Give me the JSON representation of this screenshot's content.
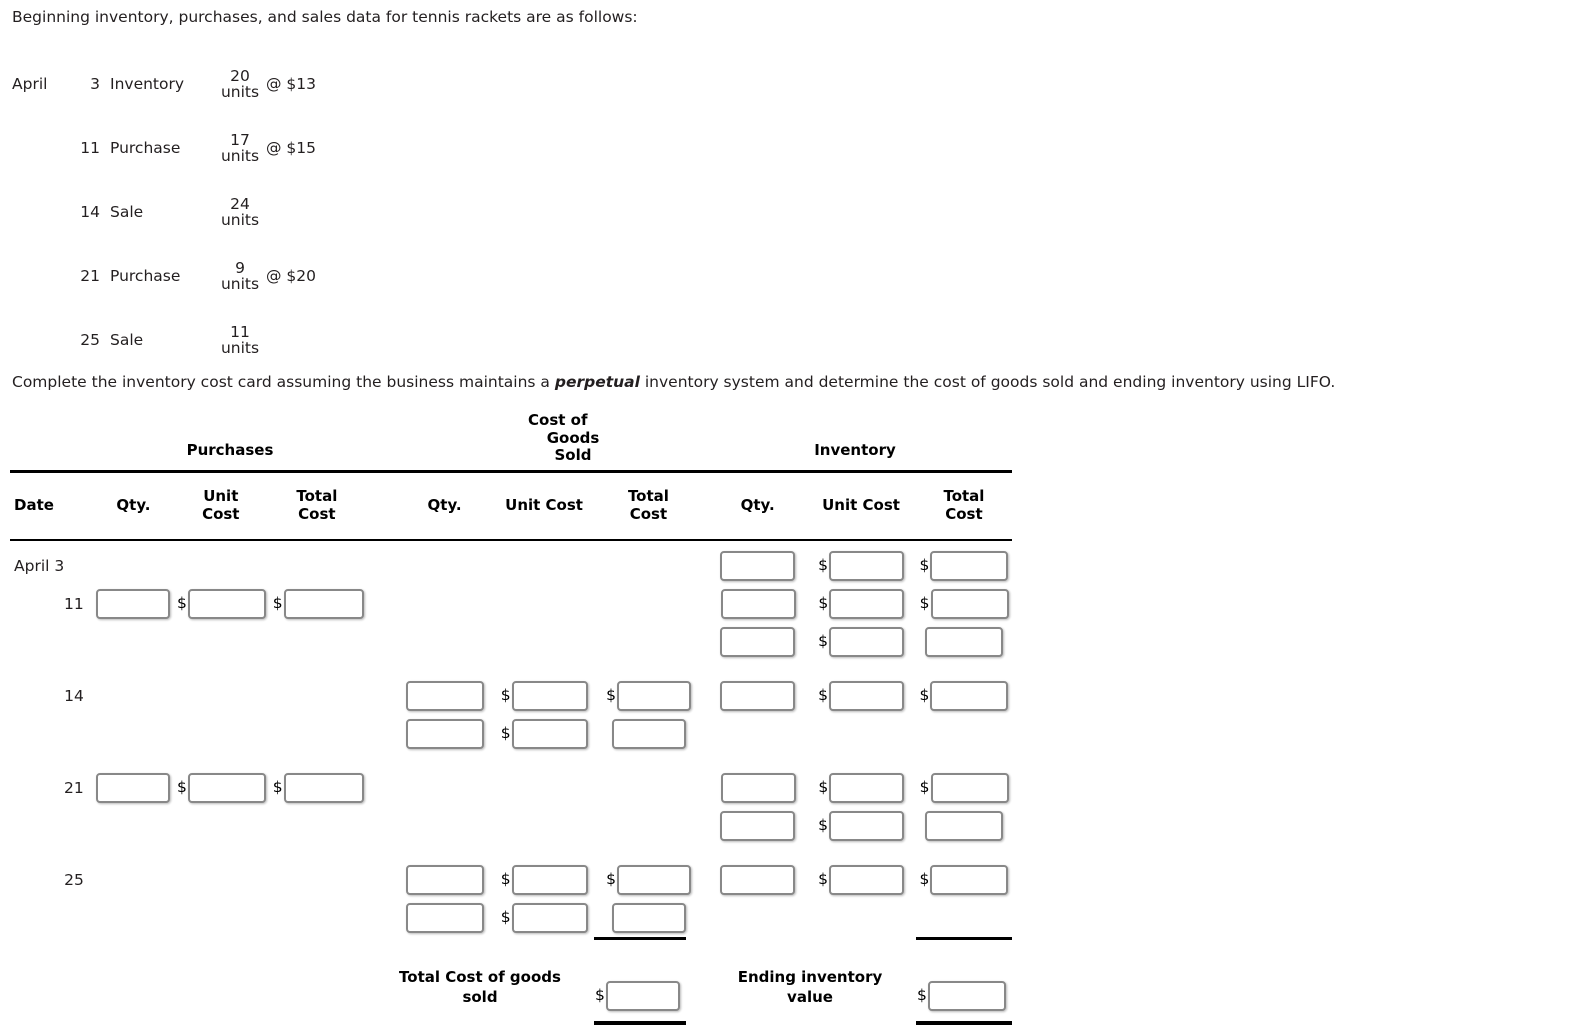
{
  "intro": "Beginning inventory, purchases, and sales data for tennis rackets are as follows:",
  "transactions": [
    {
      "month": "April",
      "day": "3",
      "description": "Inventory",
      "qty": "20",
      "unit_label": "units",
      "rate": "@ $13"
    },
    {
      "month": "",
      "day": "11",
      "description": "Purchase",
      "qty": "17",
      "unit_label": "units",
      "rate": "@ $15"
    },
    {
      "month": "",
      "day": "14",
      "description": "Sale",
      "qty": "24",
      "unit_label": "units",
      "rate": ""
    },
    {
      "month": "",
      "day": "21",
      "description": "Purchase",
      "qty": "9",
      "unit_label": "units",
      "rate": "@ $20"
    },
    {
      "month": "",
      "day": "25",
      "description": "Sale",
      "qty": "11",
      "unit_label": "units",
      "rate": ""
    }
  ],
  "instruction": {
    "before": "Complete the inventory cost card assuming the business maintains a ",
    "emphasis": "perpetual",
    "after": " inventory system and determine the cost of goods sold and ending inventory using LIFO."
  },
  "table": {
    "group_headers": {
      "purchases": "Purchases",
      "cost_of_goods_sold": "Cost of\nGoods Sold",
      "cost_of_goods_sold_line1": "Cost of",
      "cost_of_goods_sold_line2": "Goods Sold",
      "inventory": "Inventory"
    },
    "column_headers": {
      "date": "Date",
      "purchases_qty": "Qty.",
      "purchases_unit_cost_line1": "Unit",
      "purchases_unit_cost_line2": "Cost",
      "purchases_total_cost_line1": "Total",
      "purchases_total_cost_line2": "Cost",
      "cogs_qty": "Qty.",
      "cogs_unit_cost": "Unit Cost",
      "cogs_total_cost_line1": "Total",
      "cogs_total_cost_line2": "Cost",
      "inventory_qty": "Qty.",
      "inventory_unit_cost": "Unit Cost",
      "inventory_total_cost_line1": "Total",
      "inventory_total_cost_line2": "Cost"
    },
    "row_dates": {
      "r1": "April  3",
      "r2": "11",
      "r3": "",
      "r4": "14",
      "r5": "",
      "r6": "21",
      "r7": "",
      "r8": "25",
      "r9": ""
    },
    "currency_symbol": "$",
    "totals": {
      "cogs_label_line1": "Total Cost of goods",
      "cogs_label_line2": "sold",
      "inventory_label_line1": "Ending inventory",
      "inventory_label_line2": "value"
    },
    "input_values": {
      "blank": ""
    }
  },
  "colors": {
    "text": "#231f20",
    "rule": "#000000",
    "input_border": "#888888",
    "background": "#ffffff"
  }
}
